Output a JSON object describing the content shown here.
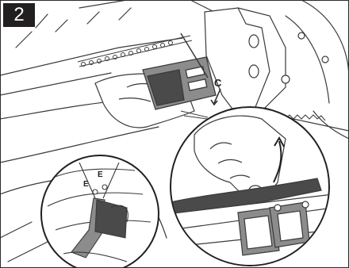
{
  "step_number": "2",
  "callouts": {
    "c": "C",
    "e_left": "E",
    "e_right": "E"
  },
  "colors": {
    "line": "#3a3a3a",
    "pad_dark": "#4a4a4a",
    "pad_mid": "#8c8c8c",
    "badge_bg": "#231f20"
  },
  "icons": {
    "rotate_arrow": "curved-arrow-icon",
    "callout_pointer": "pointer-arrow-icon"
  }
}
